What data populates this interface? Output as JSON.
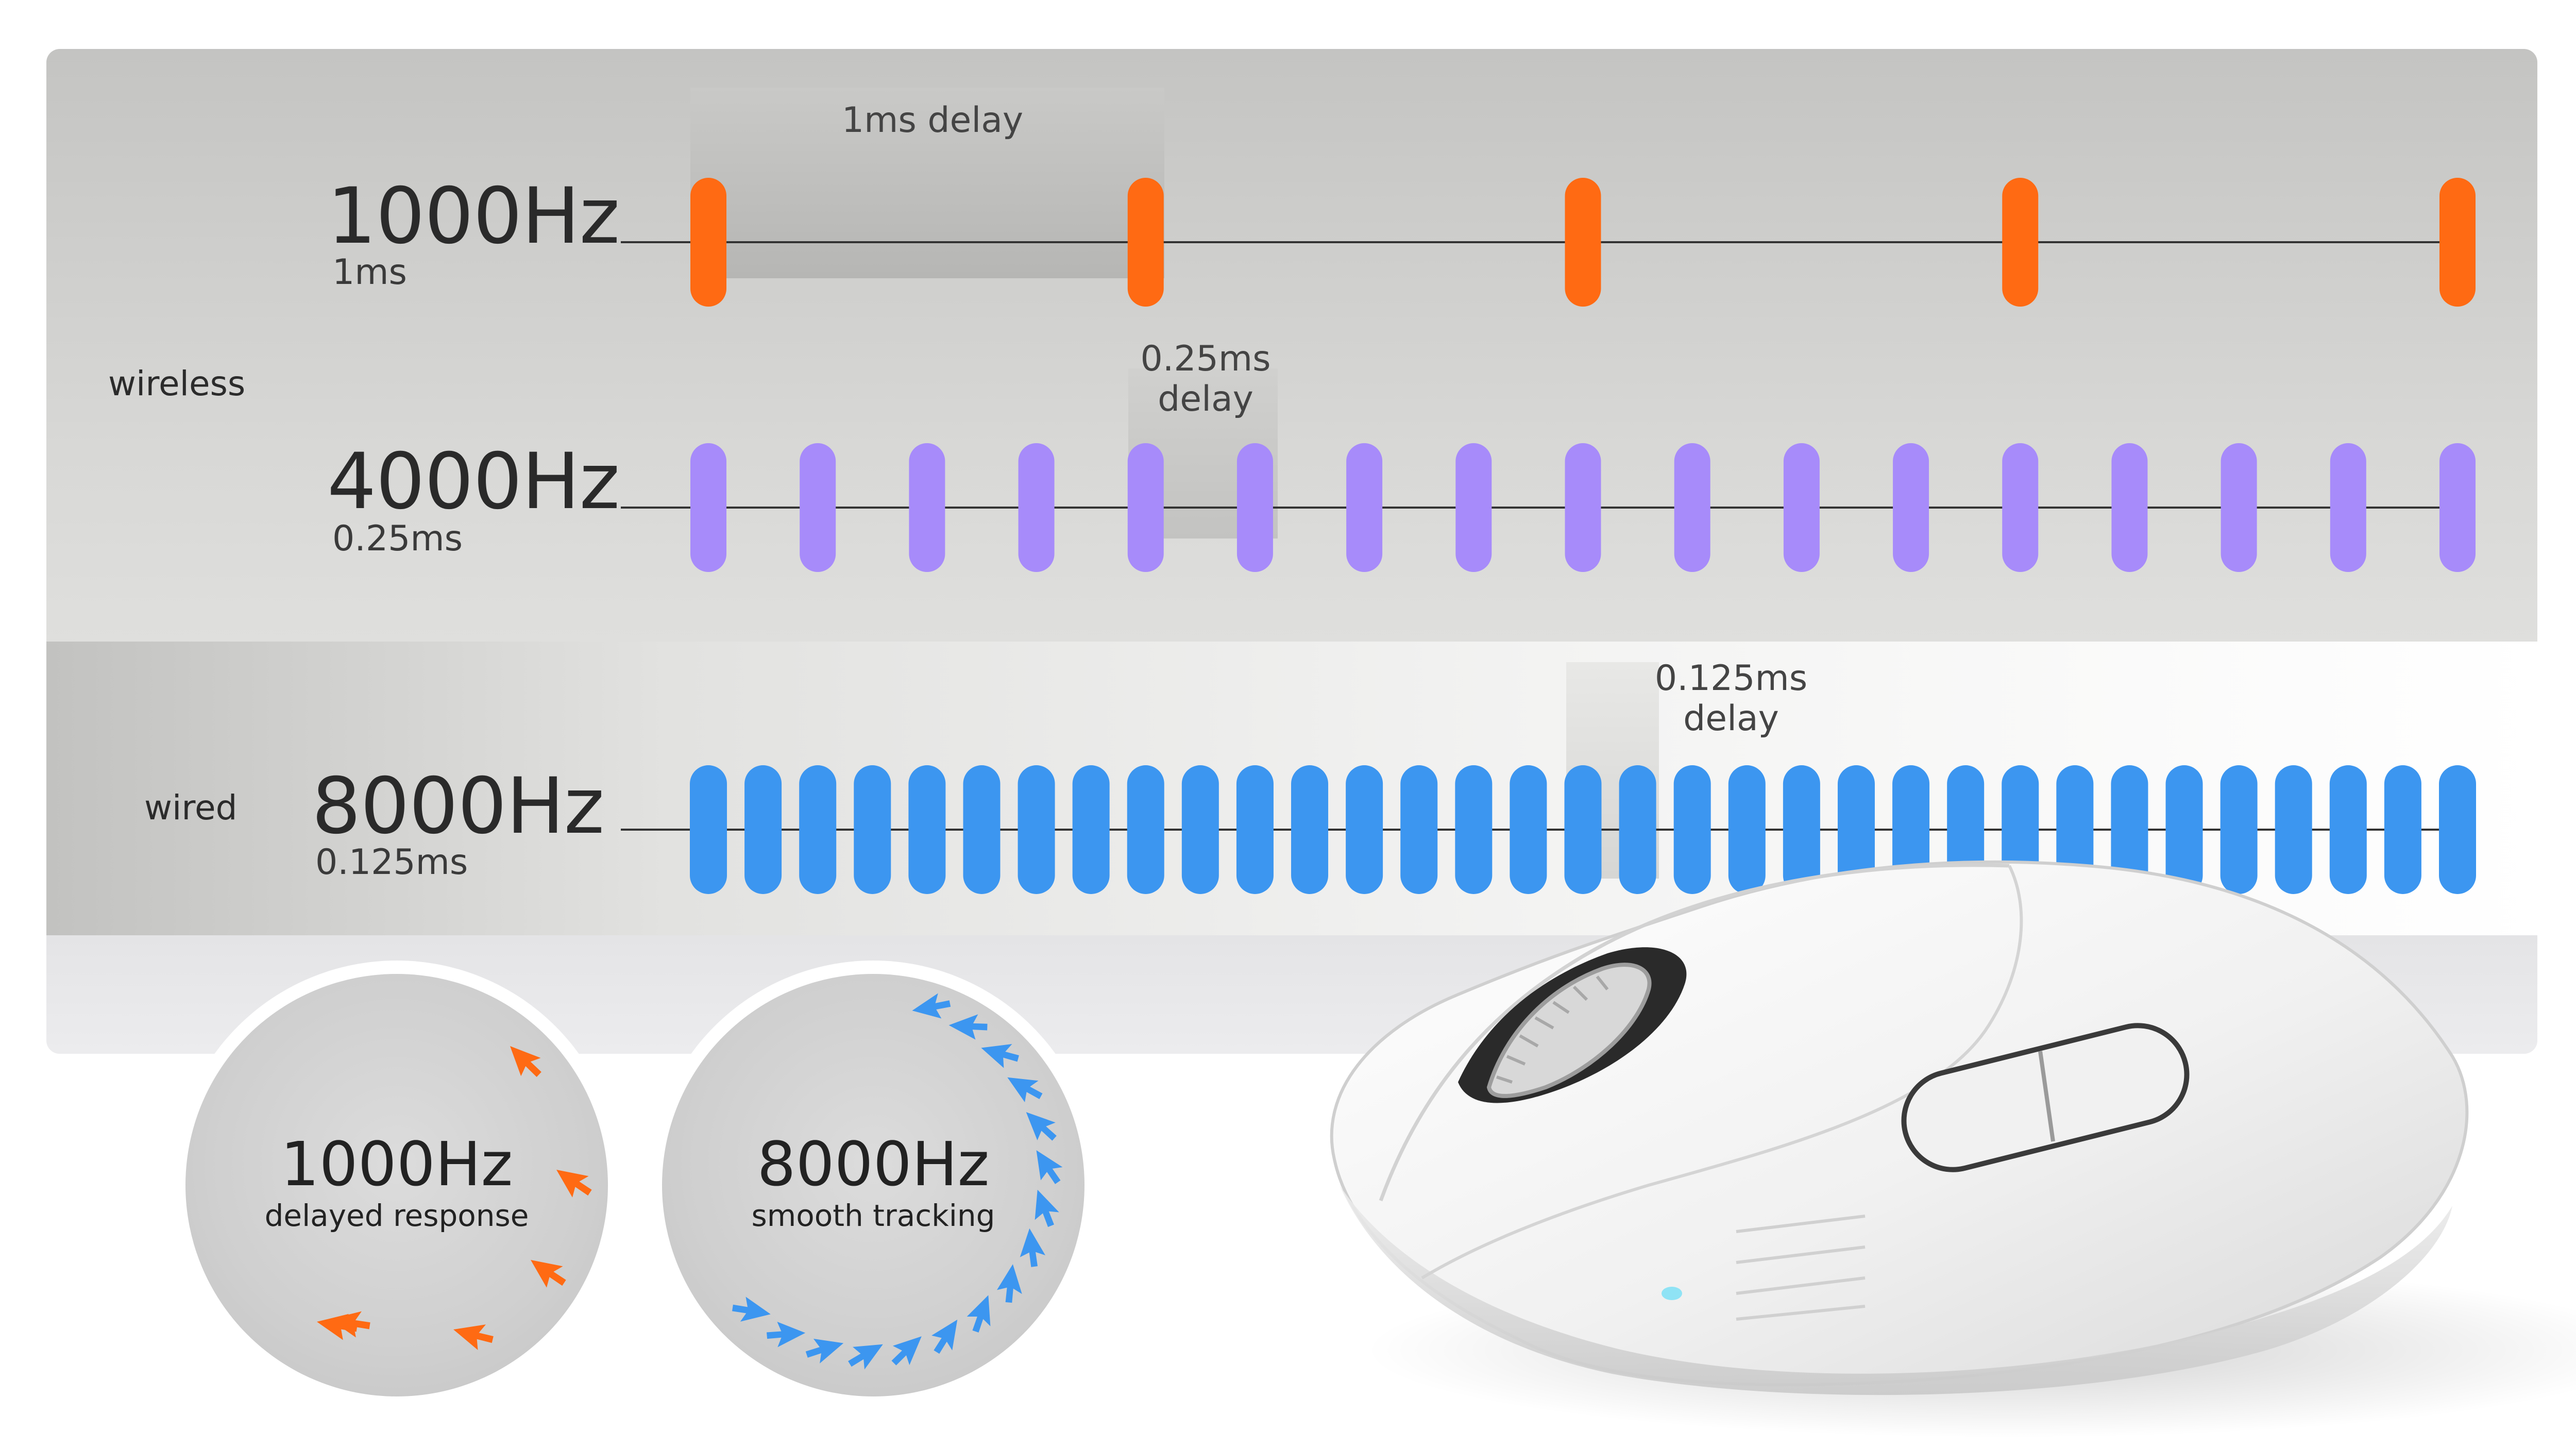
{
  "rows": [
    {
      "id": "r1000",
      "frequency_label": "1000Hz",
      "interval_label": "1ms",
      "delay_label": [
        "1ms delay"
      ],
      "color": "#ff6a13",
      "report_count": 5
    },
    {
      "id": "r4000",
      "frequency_label": "4000Hz",
      "interval_label": "0.25ms",
      "delay_label": [
        "0.25ms",
        "delay"
      ],
      "color": "#a78bfa",
      "report_count": 17
    },
    {
      "id": "r8000",
      "frequency_label": "8000Hz",
      "interval_label": "0.125ms",
      "delay_label": [
        "0.125ms",
        "delay"
      ],
      "color": "#3c96f0",
      "report_count": 33
    }
  ],
  "connection_labels": {
    "wireless": "wireless",
    "wired": "wired"
  },
  "circles": [
    {
      "title": "1000Hz",
      "subtitle": "delayed response",
      "cursor_color": "#ff6a13",
      "cursor_count": 6
    },
    {
      "title": "8000Hz",
      "subtitle": "smooth tracking",
      "cursor_color": "#3c96f0",
      "cursor_count": 16
    }
  ],
  "colors": {
    "mouse_body": "#f4f4f4",
    "mouse_shadow": "#d9d9d9",
    "led": "#8fe3f5"
  }
}
